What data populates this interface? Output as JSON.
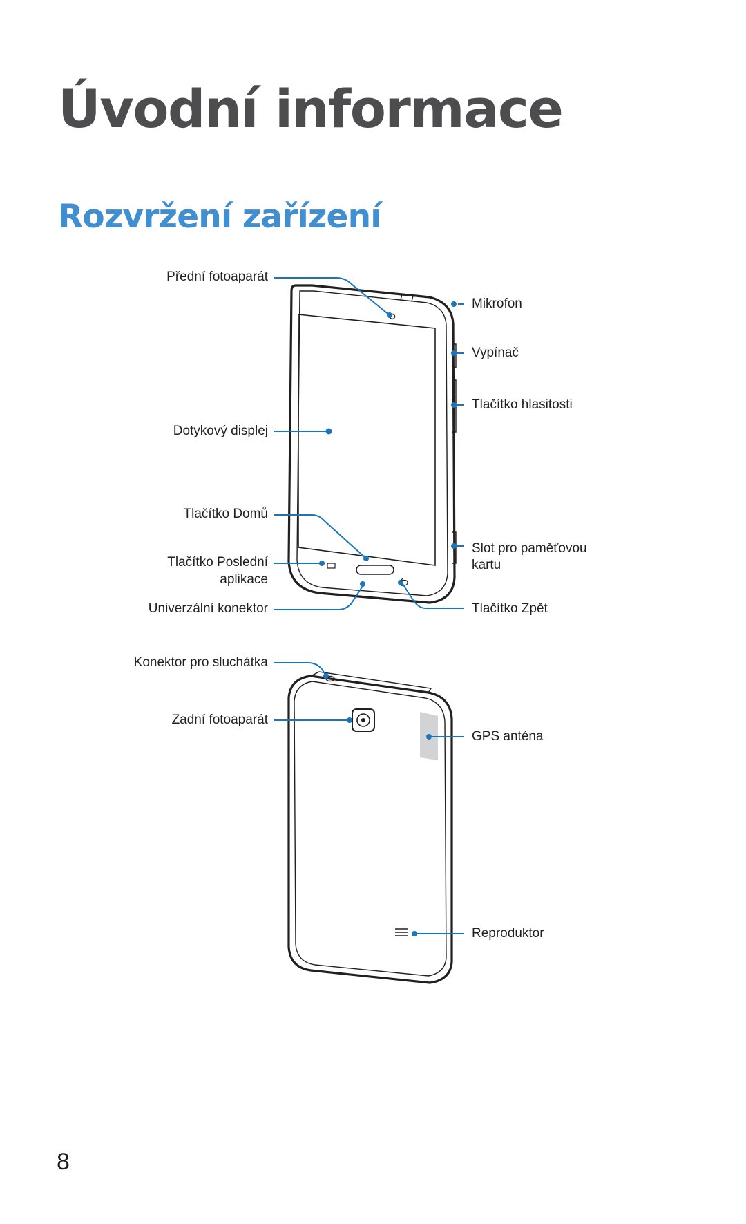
{
  "header": {
    "chapter_title": "Úvodní informace",
    "section_title": "Rozvržení zařízení"
  },
  "front_view": {
    "labels": {
      "front_camera": "Přední fotoaparát",
      "microphone": "Mikrofon",
      "power_button": "Vypínač",
      "volume_button": "Tlačítko hlasitosti",
      "touch_screen": "Dotykový displej",
      "home_button": "Tlačítko Domů",
      "recent_apps_line1": "Tlačítko Poslední",
      "recent_apps_line2": "aplikace",
      "memory_slot_line1": "Slot pro paměťovou",
      "memory_slot_line2": "kartu",
      "multipurpose_jack": "Univerzální konektor",
      "back_button": "Tlačítko Zpět"
    }
  },
  "rear_view": {
    "labels": {
      "headset_jack": "Konektor pro sluchátka",
      "rear_camera": "Zadní fotoaparát",
      "gps_antenna": "GPS anténa",
      "speaker": "Reproduktor"
    }
  },
  "colors": {
    "callout_line": "#1b75bc",
    "title_gray": "#4d4d4f",
    "title_blue": "#3f8fd2",
    "device_outline": "#231f20",
    "antenna_fill": "#d1d3d4"
  },
  "footer": {
    "page_number": "8"
  }
}
